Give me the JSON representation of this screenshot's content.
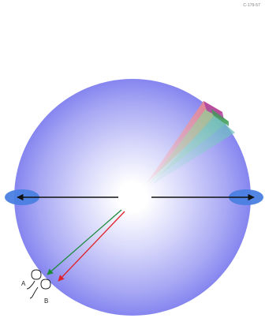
{
  "figure_code": "C-179-57",
  "labels": {
    "a": "A",
    "b": "B"
  },
  "colors": {
    "sphere_center": "#ffffff",
    "sphere_edge": "#8585f0",
    "arrow_black": "#111111",
    "arrow_green": "#1a8a3a",
    "arrow_red": "#e0202a",
    "end_cap": "#4a7fe0",
    "cone_red": "#f08080",
    "cone_green": "#7fcf8a",
    "cone_teal": "#5fb8b8",
    "cone_magenta": "#b040a0"
  }
}
